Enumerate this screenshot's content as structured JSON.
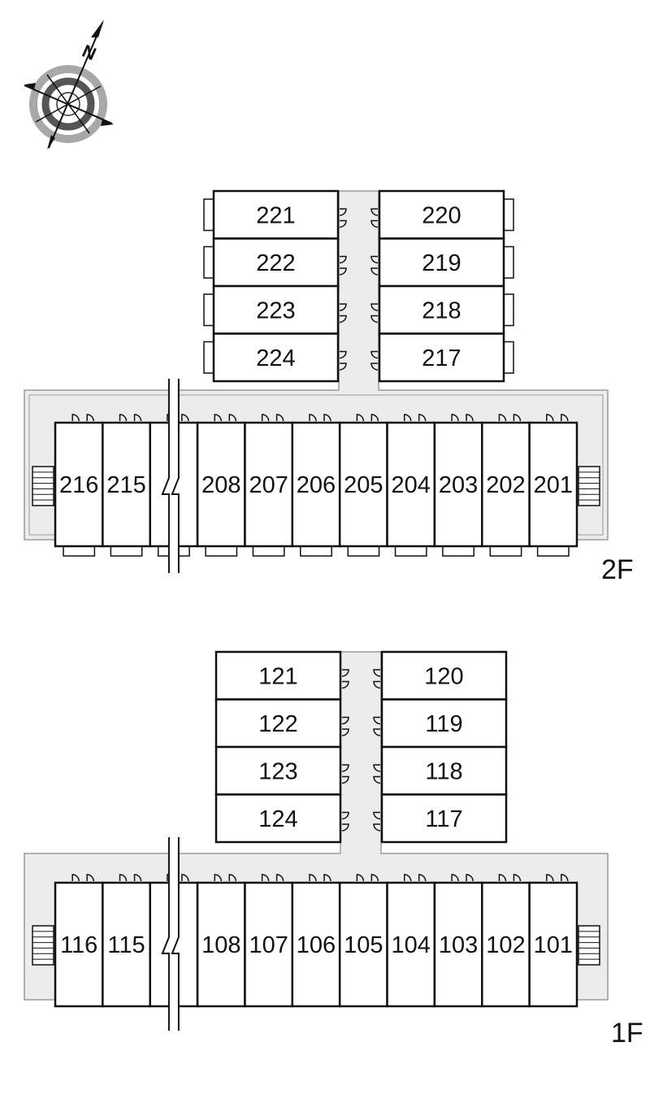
{
  "compass": {
    "letter": "N",
    "icon": "compass-rose-icon"
  },
  "colors": {
    "corridor": "#ececec",
    "corridor_edge": "#9a9a9a",
    "unit_fill": "#ffffff",
    "wall": "#111111",
    "compass_ring_outer": "#a8a8a8",
    "compass_ring_inner": "#555555"
  },
  "floors": [
    {
      "id": "2F",
      "label": "2F",
      "wing_left": [
        "221",
        "222",
        "223",
        "224"
      ],
      "wing_right": [
        "220",
        "219",
        "218",
        "217"
      ],
      "main_row": [
        "216",
        "215",
        "",
        "208",
        "207",
        "206",
        "205",
        "204",
        "203",
        "202",
        "201"
      ]
    },
    {
      "id": "1F",
      "label": "1F",
      "wing_left": [
        "121",
        "122",
        "123",
        "124"
      ],
      "wing_right": [
        "120",
        "119",
        "118",
        "117"
      ],
      "main_row": [
        "116",
        "115",
        "",
        "108",
        "107",
        "106",
        "105",
        "104",
        "103",
        "102",
        "101"
      ]
    }
  ]
}
